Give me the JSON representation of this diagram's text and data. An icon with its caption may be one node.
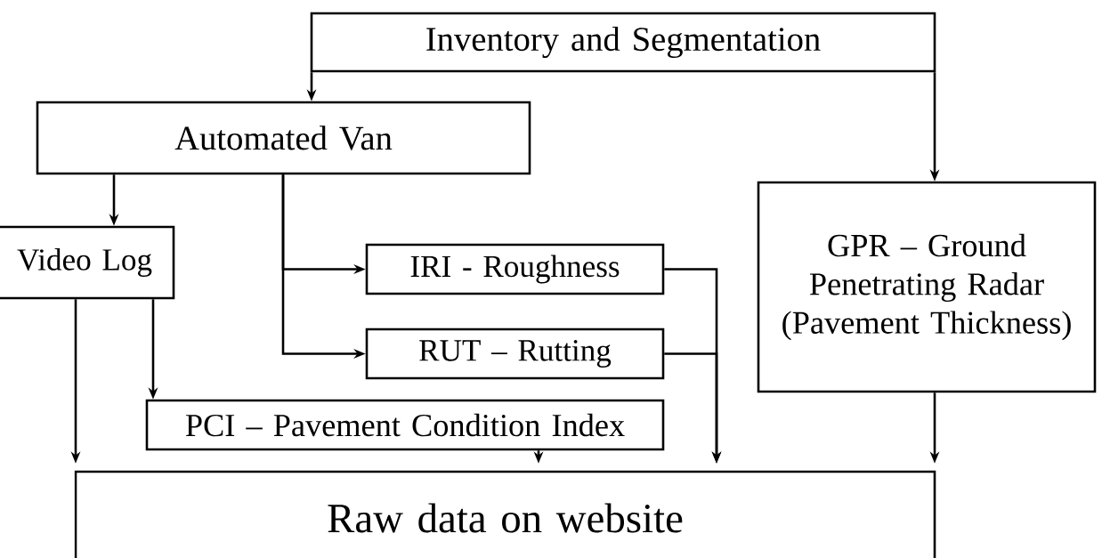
{
  "diagram": {
    "nodes": [
      {
        "text": [
          "Inventory and Segmentation"
        ]
      },
      {
        "text": [
          "Automated Van"
        ]
      },
      {
        "text": [
          "Video Log"
        ]
      },
      {
        "text": [
          "IRI - Roughness"
        ]
      },
      {
        "text": [
          "RUT – Rutting"
        ]
      },
      {
        "text": [
          "GPR – Ground Penetrating Radar (Pavement Thickness)"
        ]
      },
      {
        "text": [
          "PCI – Pavement Condition Index"
        ]
      },
      {
        "text": [
          "Raw data on website"
        ]
      }
    ],
    "edges": [
      {
        "from": 0,
        "to": 1,
        "arrow": "to"
      },
      {
        "from": 0,
        "to": 5,
        "arrow": "to"
      },
      {
        "from": 1,
        "to": 2,
        "arrow": "to"
      },
      {
        "from": 1,
        "to": 3,
        "arrow": "to"
      },
      {
        "from": 1,
        "to": 4,
        "arrow": "to"
      },
      {
        "from": 2,
        "to": 7,
        "arrow": "to"
      },
      {
        "from": 2,
        "to": 6,
        "arrow": "to"
      },
      {
        "from": 6,
        "to": 7,
        "arrow": "to"
      },
      {
        "from": 3,
        "to": 7,
        "arrow": "to"
      },
      {
        "from": 4,
        "to": 7,
        "arrow": "to"
      },
      {
        "from": 5,
        "to": 7,
        "arrow": "to"
      }
    ]
  }
}
